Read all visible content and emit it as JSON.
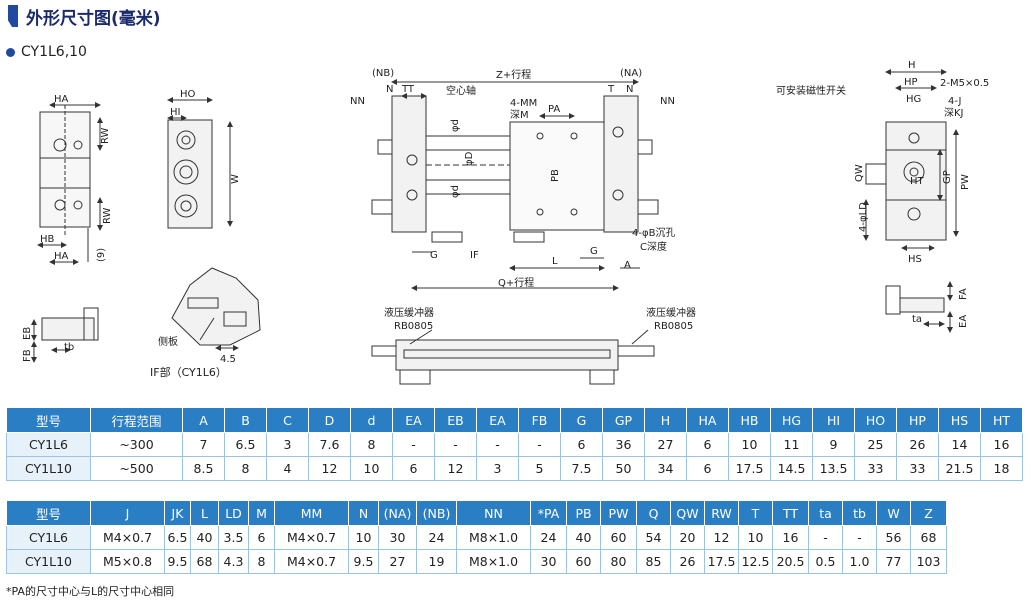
{
  "page": {
    "title": "外形尺寸图(毫米)",
    "model_heading": "CY1L6,10",
    "note": "*PA的尺寸中心与L的尺寸中心相同"
  },
  "drawing_labels": {
    "end_view": {
      "ha": "HA",
      "rw": "RW",
      "hb": "HB",
      "nine": "(9)"
    },
    "side_view": {
      "ho": "HO",
      "hi": "HI",
      "w": "W"
    },
    "main_view": {
      "nb": "(NB)",
      "na": "(NA)",
      "nn": "NN",
      "n": "N",
      "tt": "TT",
      "t": "T",
      "z_stroke": "Z+行程",
      "hollow_shaft": "空心轴",
      "mm": "4-MM",
      "depth_m": "深M",
      "pa": "PA",
      "d": "φd",
      "phi_d": "φD",
      "pb": "PB",
      "counterbore": "4-φB沉孔",
      "c_depth": "C深度",
      "g": "G",
      "if": "IF",
      "l": "L",
      "a": "A",
      "q_stroke": "Q+行程"
    },
    "right_view": {
      "h": "H",
      "hp": "HP",
      "hg": "HG",
      "m5": "2-M5×0.5",
      "j": "4-J",
      "kj": "深KJ",
      "switch": "可安装磁性开关",
      "qw": "QW",
      "ht": "HT",
      "gp": "GP",
      "pw": "PW",
      "ld": "4-φLD",
      "hs": "HS"
    },
    "detail_if": {
      "side_plate": "侧板",
      "dim": "4.5",
      "caption": "IF部（CY1L6）"
    },
    "small_left": {
      "eb": "EB",
      "fb": "FB",
      "tb": "tb"
    },
    "small_right": {
      "fa": "FA",
      "ea": "EA",
      "ta": "ta"
    },
    "bottom_view": {
      "buffer_left": "液压缓冲器",
      "rb_left": "RB0805",
      "buffer_right": "液压缓冲器",
      "rb_right": "RB0805"
    }
  },
  "table1": {
    "headers": [
      "型号",
      "行程范围",
      "A",
      "B",
      "C",
      "D",
      "d",
      "EA",
      "EB",
      "EA",
      "FB",
      "G",
      "GP",
      "H",
      "HA",
      "HB",
      "HG",
      "HI",
      "HO",
      "HP",
      "HS",
      "HT"
    ],
    "rows": [
      [
        "CY1L6",
        "~300",
        "7",
        "6.5",
        "3",
        "7.6",
        "8",
        "-",
        "-",
        "-",
        "-",
        "6",
        "36",
        "27",
        "6",
        "10",
        "11",
        "9",
        "25",
        "26",
        "14",
        "16"
      ],
      [
        "CY1L10",
        "~500",
        "8.5",
        "8",
        "4",
        "12",
        "10",
        "6",
        "12",
        "3",
        "5",
        "7.5",
        "50",
        "34",
        "6",
        "17.5",
        "14.5",
        "13.5",
        "33",
        "33",
        "21.5",
        "18"
      ]
    ]
  },
  "table2": {
    "headers": [
      "型号",
      "J",
      "JK",
      "L",
      "LD",
      "M",
      "MM",
      "N",
      "(NA)",
      "(NB)",
      "NN",
      "*PA",
      "PB",
      "PW",
      "Q",
      "QW",
      "RW",
      "T",
      "TT",
      "ta",
      "tb",
      "W",
      "Z"
    ],
    "rows": [
      [
        "CY1L6",
        "M4×0.7",
        "6.5",
        "40",
        "3.5",
        "6",
        "M4×0.7",
        "10",
        "30",
        "24",
        "M8×1.0",
        "24",
        "40",
        "60",
        "54",
        "20",
        "12",
        "10",
        "16",
        "-",
        "-",
        "56",
        "68"
      ],
      [
        "CY1L10",
        "M5×0.8",
        "9.5",
        "68",
        "4.3",
        "8",
        "M4×0.7",
        "9.5",
        "27",
        "19",
        "M8×1.0",
        "30",
        "60",
        "80",
        "85",
        "26",
        "17.5",
        "12.5",
        "20.5",
        "0.5",
        "1.0",
        "77",
        "103"
      ]
    ]
  },
  "colors": {
    "header_bg": "#2a7fc4",
    "model_cell_bg": "#e6f1fa",
    "border": "#9cc3e4",
    "title": "#1a2a6c"
  }
}
